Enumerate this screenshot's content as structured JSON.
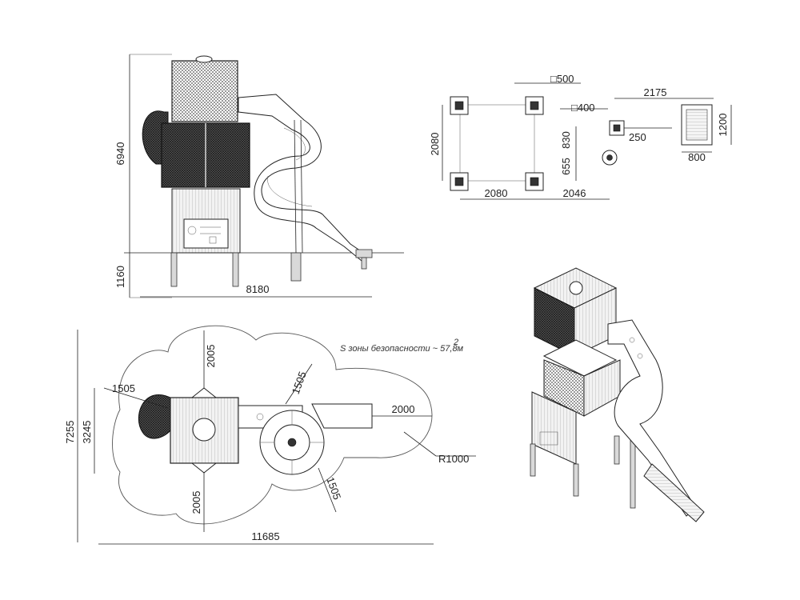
{
  "front_view": {
    "height_total": "6940",
    "foundation_depth": "1160",
    "width_total": "8180"
  },
  "foundation_plan": {
    "post_spacing_x": "2080",
    "post_spacing_y": "2080",
    "slide_offset": "2046",
    "slide_end_offset": "2175",
    "pad_square_large": "□500",
    "pad_square_small": "□400",
    "post_offset_1": "830",
    "post_offset_2": "655",
    "small_pad_size": "250",
    "slide_exit_length": "1200",
    "slide_exit_width": "800"
  },
  "safety_zone": {
    "area_label": "S зоны безопасности ~ 57,8м",
    "area_superscript": "2",
    "total_depth": "7255",
    "structure_depth": "3245",
    "total_width": "11685",
    "clearance_top": "2005",
    "clearance_bottom": "2005",
    "clearance_left": "1505",
    "clearance_slide_top": "1505",
    "clearance_slide_bottom": "1505",
    "slide_exit_clearance": "2000",
    "corner_radius": "R1000"
  }
}
